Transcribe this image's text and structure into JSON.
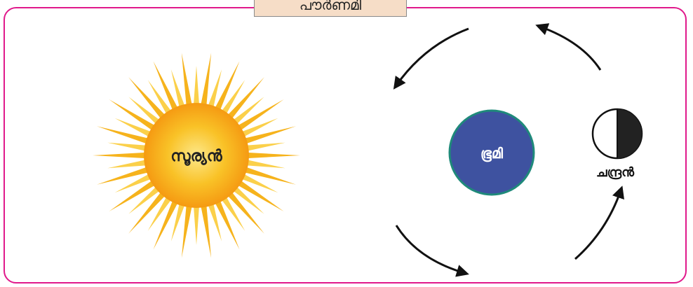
{
  "title": "പൗർണമി",
  "sun": {
    "label": "സൂര്യൻ"
  },
  "earth": {
    "label": "ഭൂമി"
  },
  "moon": {
    "label": "ചന്ദ്രൻ"
  },
  "colors": {
    "frame": "#e0198b",
    "title_bg": "#f6ddc7",
    "earth_fill": "#3e52a0",
    "earth_border": "#1f8a7a",
    "sun_core": "#f7b11a",
    "sun_rays": "#f9c02b",
    "arrow": "#111111"
  }
}
